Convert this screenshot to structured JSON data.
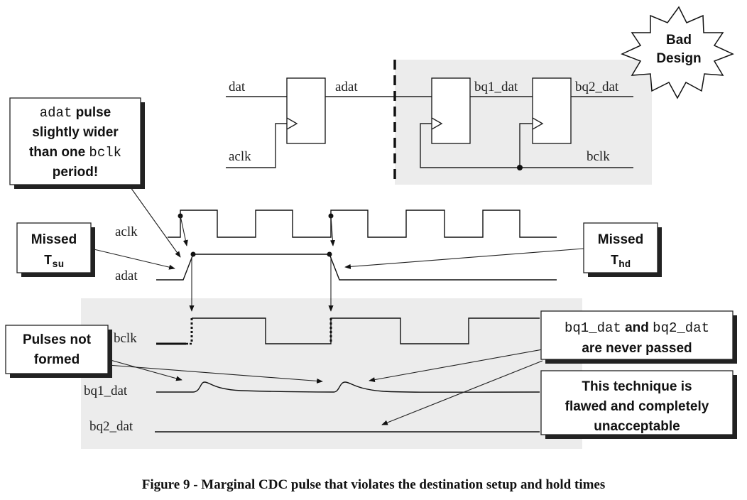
{
  "badge": {
    "line1": "Bad",
    "line2": "Design"
  },
  "schematic": {
    "dat": "dat",
    "aclk": "aclk",
    "adat": "adat",
    "bq1_dat": "bq1_dat",
    "bq2_dat": "bq2_dat",
    "bclk": "bclk"
  },
  "waveforms": {
    "aclk": "aclk",
    "adat": "adat",
    "bclk": "bclk",
    "bq1_dat": "bq1_dat",
    "bq2_dat": "bq2_dat"
  },
  "notes": {
    "adat_pulse": {
      "l1_mono": "adat",
      "l1_rest": " pulse",
      "l2": "slightly wider",
      "l3_a": "than one ",
      "l3_mono": "bclk",
      "l4": "period!"
    },
    "missed_tsu": {
      "l1": "Missed",
      "l2_main": "T",
      "l2_sub": "su"
    },
    "missed_thd": {
      "l1": "Missed",
      "l2_main": "T",
      "l2_sub": "hd"
    },
    "pulses_not_formed": {
      "l1": "Pulses not",
      "l2": "formed"
    },
    "never_passed": {
      "l1_mono_a": "bq1_dat",
      "l1_mid": " and ",
      "l1_mono_b": "bq2_dat",
      "l2": "are never passed"
    },
    "flawed": {
      "l1": "This technique is",
      "l2": "flawed and completely",
      "l3": "unacceptable"
    }
  },
  "caption": "Figure 9 - Marginal CDC pulse that violates the destination setup and hold times"
}
